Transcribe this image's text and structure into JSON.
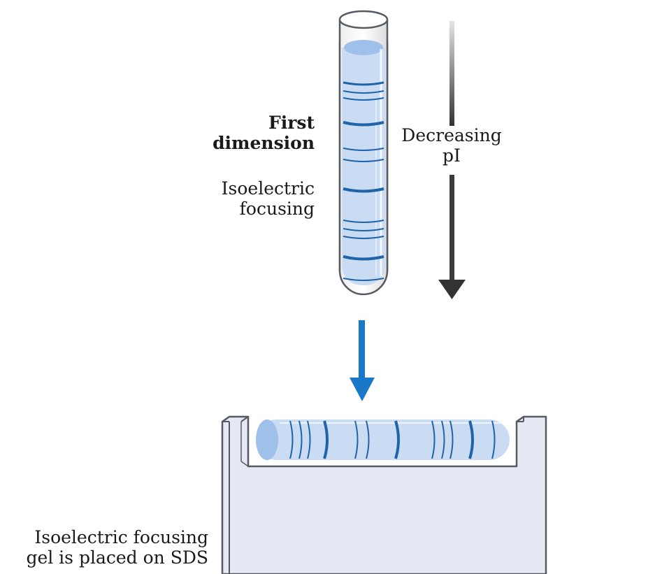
{
  "labels": {
    "first_dimension": [
      "First",
      "dimension"
    ],
    "isoelectric_focusing": [
      "Isoelectric",
      "focusing"
    ],
    "decreasing_pi": [
      "Decreasing",
      "pI"
    ],
    "placed_on_sds": [
      "Isoelectric focusing",
      "gel is placed on SDS"
    ]
  },
  "colors": {
    "gel_fill": "#c9dcf3",
    "gel_top": "#9fc0e8",
    "band": "#1f63a8",
    "transfer_arrow": "#1a78c8",
    "tray_fill": "#e6e9f4",
    "tray_stroke": "#555a63"
  },
  "icons": {
    "down_arrow": "arrow-down-icon",
    "transfer_arrow": "arrow-down-icon"
  }
}
